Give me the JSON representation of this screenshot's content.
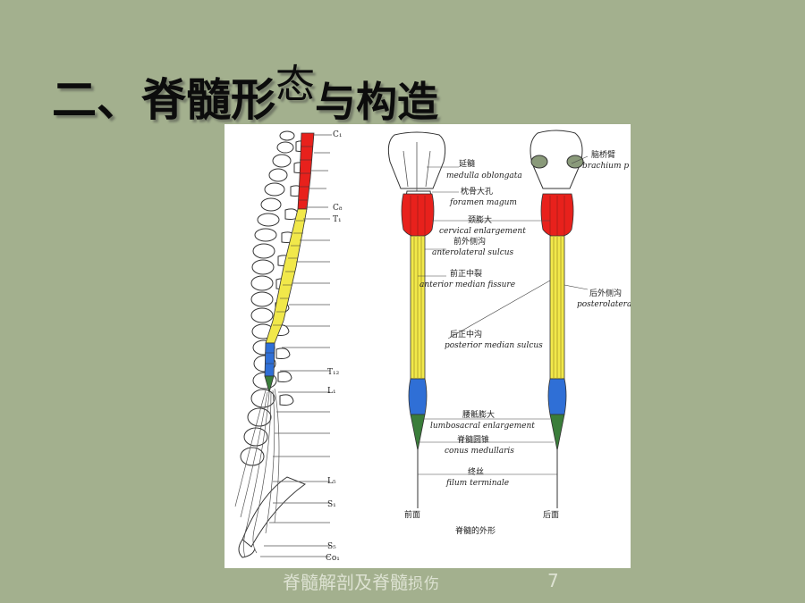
{
  "slide": {
    "title_part1": "二、脊髓形",
    "title_part2": "态",
    "title_part3": "与构造",
    "footer_part1": "脊髓解剖及脊髓",
    "footer_part2": "损伤",
    "page_number": "7"
  },
  "figure": {
    "caption": "脊髓的外形",
    "front_label": "前面",
    "back_label": "后面",
    "vertebra_labels": [
      "C₁",
      "C₈",
      "T₁",
      "T₁₂",
      "L₁",
      "L₅",
      "S₁",
      "S₅",
      "Co₁"
    ],
    "anatomy": [
      {
        "cn": "延髓",
        "en": "medulla oblongata"
      },
      {
        "cn": "枕骨大孔",
        "en": "foramen magum"
      },
      {
        "cn": "颈膨大",
        "en": "cervical enlargement"
      },
      {
        "cn": "前外侧沟",
        "en": "anterolateral sulcus"
      },
      {
        "cn": "前正中裂",
        "en": "anterior median fissure"
      },
      {
        "cn": "后正中沟",
        "en": "posterior median sulcus"
      },
      {
        "cn": "腰骶膨大",
        "en": "lumbosacral enlargement"
      },
      {
        "cn": "脊髓圆锥",
        "en": "conus medullaris"
      },
      {
        "cn": "终丝",
        "en": "filum terminale"
      },
      {
        "cn": "脑桥臂",
        "en": "brachium p"
      },
      {
        "cn": "后外侧沟",
        "en": "posterolateral s"
      }
    ],
    "colors": {
      "cervical": "#e8211c",
      "thoracic": "#f1e84a",
      "lumbar": "#2f6fd6",
      "sacral": "#3a7d3a"
    }
  }
}
